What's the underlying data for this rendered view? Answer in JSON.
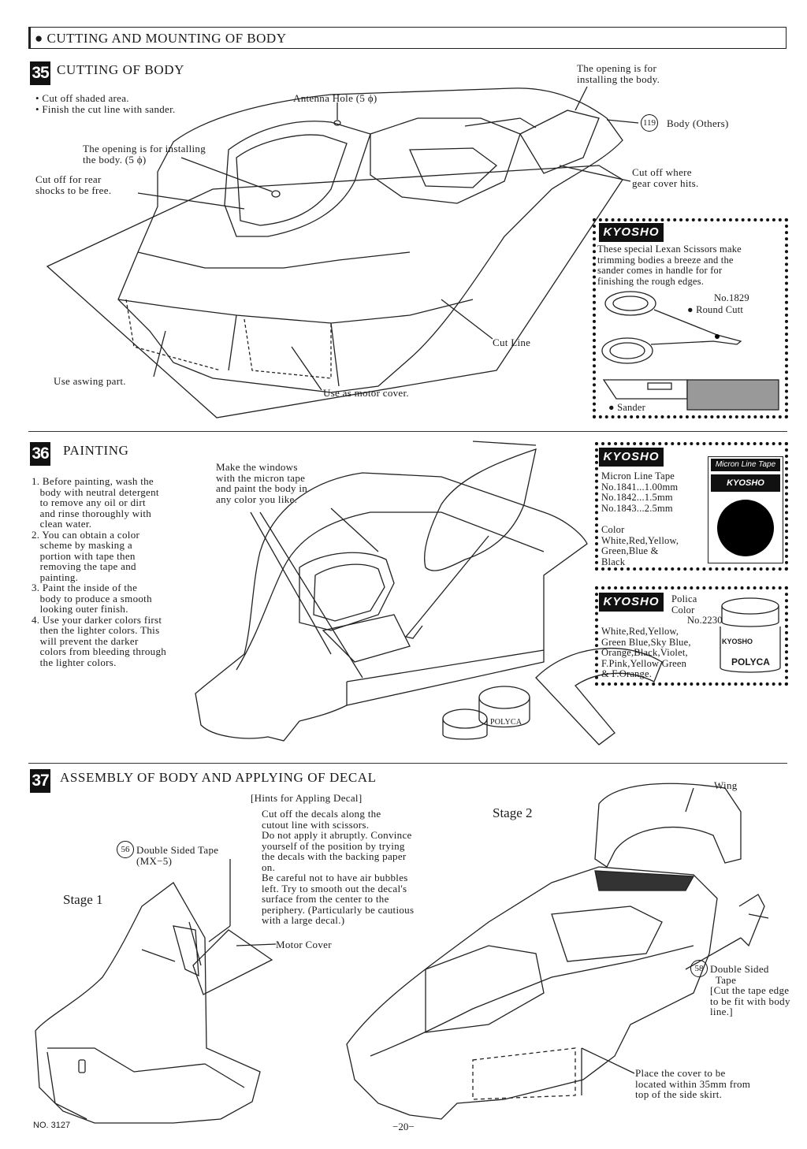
{
  "header": {
    "bullet": "●",
    "title": "CUTTING AND MOUNTING OF BODY"
  },
  "step35": {
    "number": "35",
    "title": "CUTTING OF BODY",
    "instructions": "• Cut off shaded area.\n• Finish the cut line with sander.",
    "labels": {
      "antenna": "Antenna Hole (5 ϕ)",
      "opening_top": "The opening is for\ninstalling the body.",
      "part_number": "119",
      "part_name": "Body (Others)",
      "opening_left": "The opening is for installing\nthe body. (5 ϕ)",
      "rear_shocks": "Cut off for rear\nshocks to be free.",
      "gear_cover": "Cut off where\ngear cover hits.",
      "cut_line": "Cut Line",
      "aswing": "Use aswing part.",
      "motor_cover": "Use as motor cover."
    },
    "promo": {
      "brand": "KYOSHO",
      "text": "These special Lexan Scissors make\ntrimming bodies a breeze and the\nsander comes in handle for for\nfinishing the rough edges.",
      "scissors_no": "No.1829",
      "scissors_name": "● Round Cutt",
      "sander": "● Sander"
    }
  },
  "step36": {
    "number": "36",
    "title": "PAINTING",
    "instructions": "1. Before painting, wash the\n   body with neutral detergent\n   to remove any oil or dirt\n   and rinse thoroughly with\n   clean water.\n2. You can obtain a color\n   scheme by masking a\n   portion with tape then\n   removing the tape and\n   painting.\n3. Paint the inside of the\n   body to produce a smooth\n   looking outer finish.\n4. Use your darker colors first\n   then the lighter colors. This\n   will prevent the darker\n   colors from bleeding through\n   the lighter colors.",
    "windows_note": "Make the windows\nwith the micron tape\nand paint the body in\nany color you like.",
    "promo_tape": {
      "brand": "KYOSHO",
      "text": "Micron Line Tape\nNo.1841...1.00mm\nNo.1842...1.5mm\nNo.1843...2.5mm\n\nColor\nWhite,Red,Yellow,\nGreen,Blue &\nBlack",
      "pack_title": "Micron Line Tape",
      "pack_brand": "KYOSHO"
    },
    "promo_polica": {
      "brand": "KYOSHO",
      "text_top": "Polica\nColor\n      No.2230",
      "text": "White,Red,Yellow,\nGreen Blue,Sky Blue,\nOrange,Black,Violet,\nF.Pink,Yellow Green\n& F.Orange.",
      "jar_brand": "KYOSHO",
      "jar_label": "POLYCA"
    },
    "can_label": "POLYCA"
  },
  "step37": {
    "number": "37",
    "title": "ASSEMBLY OF BODY AND APPLYING OF DECAL",
    "hints_title": "[Hints for Appling Decal]",
    "hints": "Cut off the decals along the\ncutout line with scissors.\nDo not apply it abruptly. Convince\nyourself of the position by trying\nthe decals with the backing paper\non.\nBe careful not to have air bubbles\nleft. Try to smooth out the decal's\nsurface from the center to the\nperiphery. (Particularly be cautious\nwith a large decal.)",
    "stage1": "Stage 1",
    "stage2": "Stage 2",
    "tape56_num": "56",
    "tape56": "Double Sided Tape\n(MX−5)",
    "motor_cover": "Motor Cover",
    "wing": "Wing",
    "tape58_num": "58",
    "tape58": "Double Sided\n  Tape\n[Cut the tape edge\nto be fit with body\nline.]",
    "place_cover": "Place the cover to be\nlocated within 35mm from\ntop of the side skirt."
  },
  "footer": {
    "model_no": "NO. 3127",
    "page": "−20−"
  }
}
